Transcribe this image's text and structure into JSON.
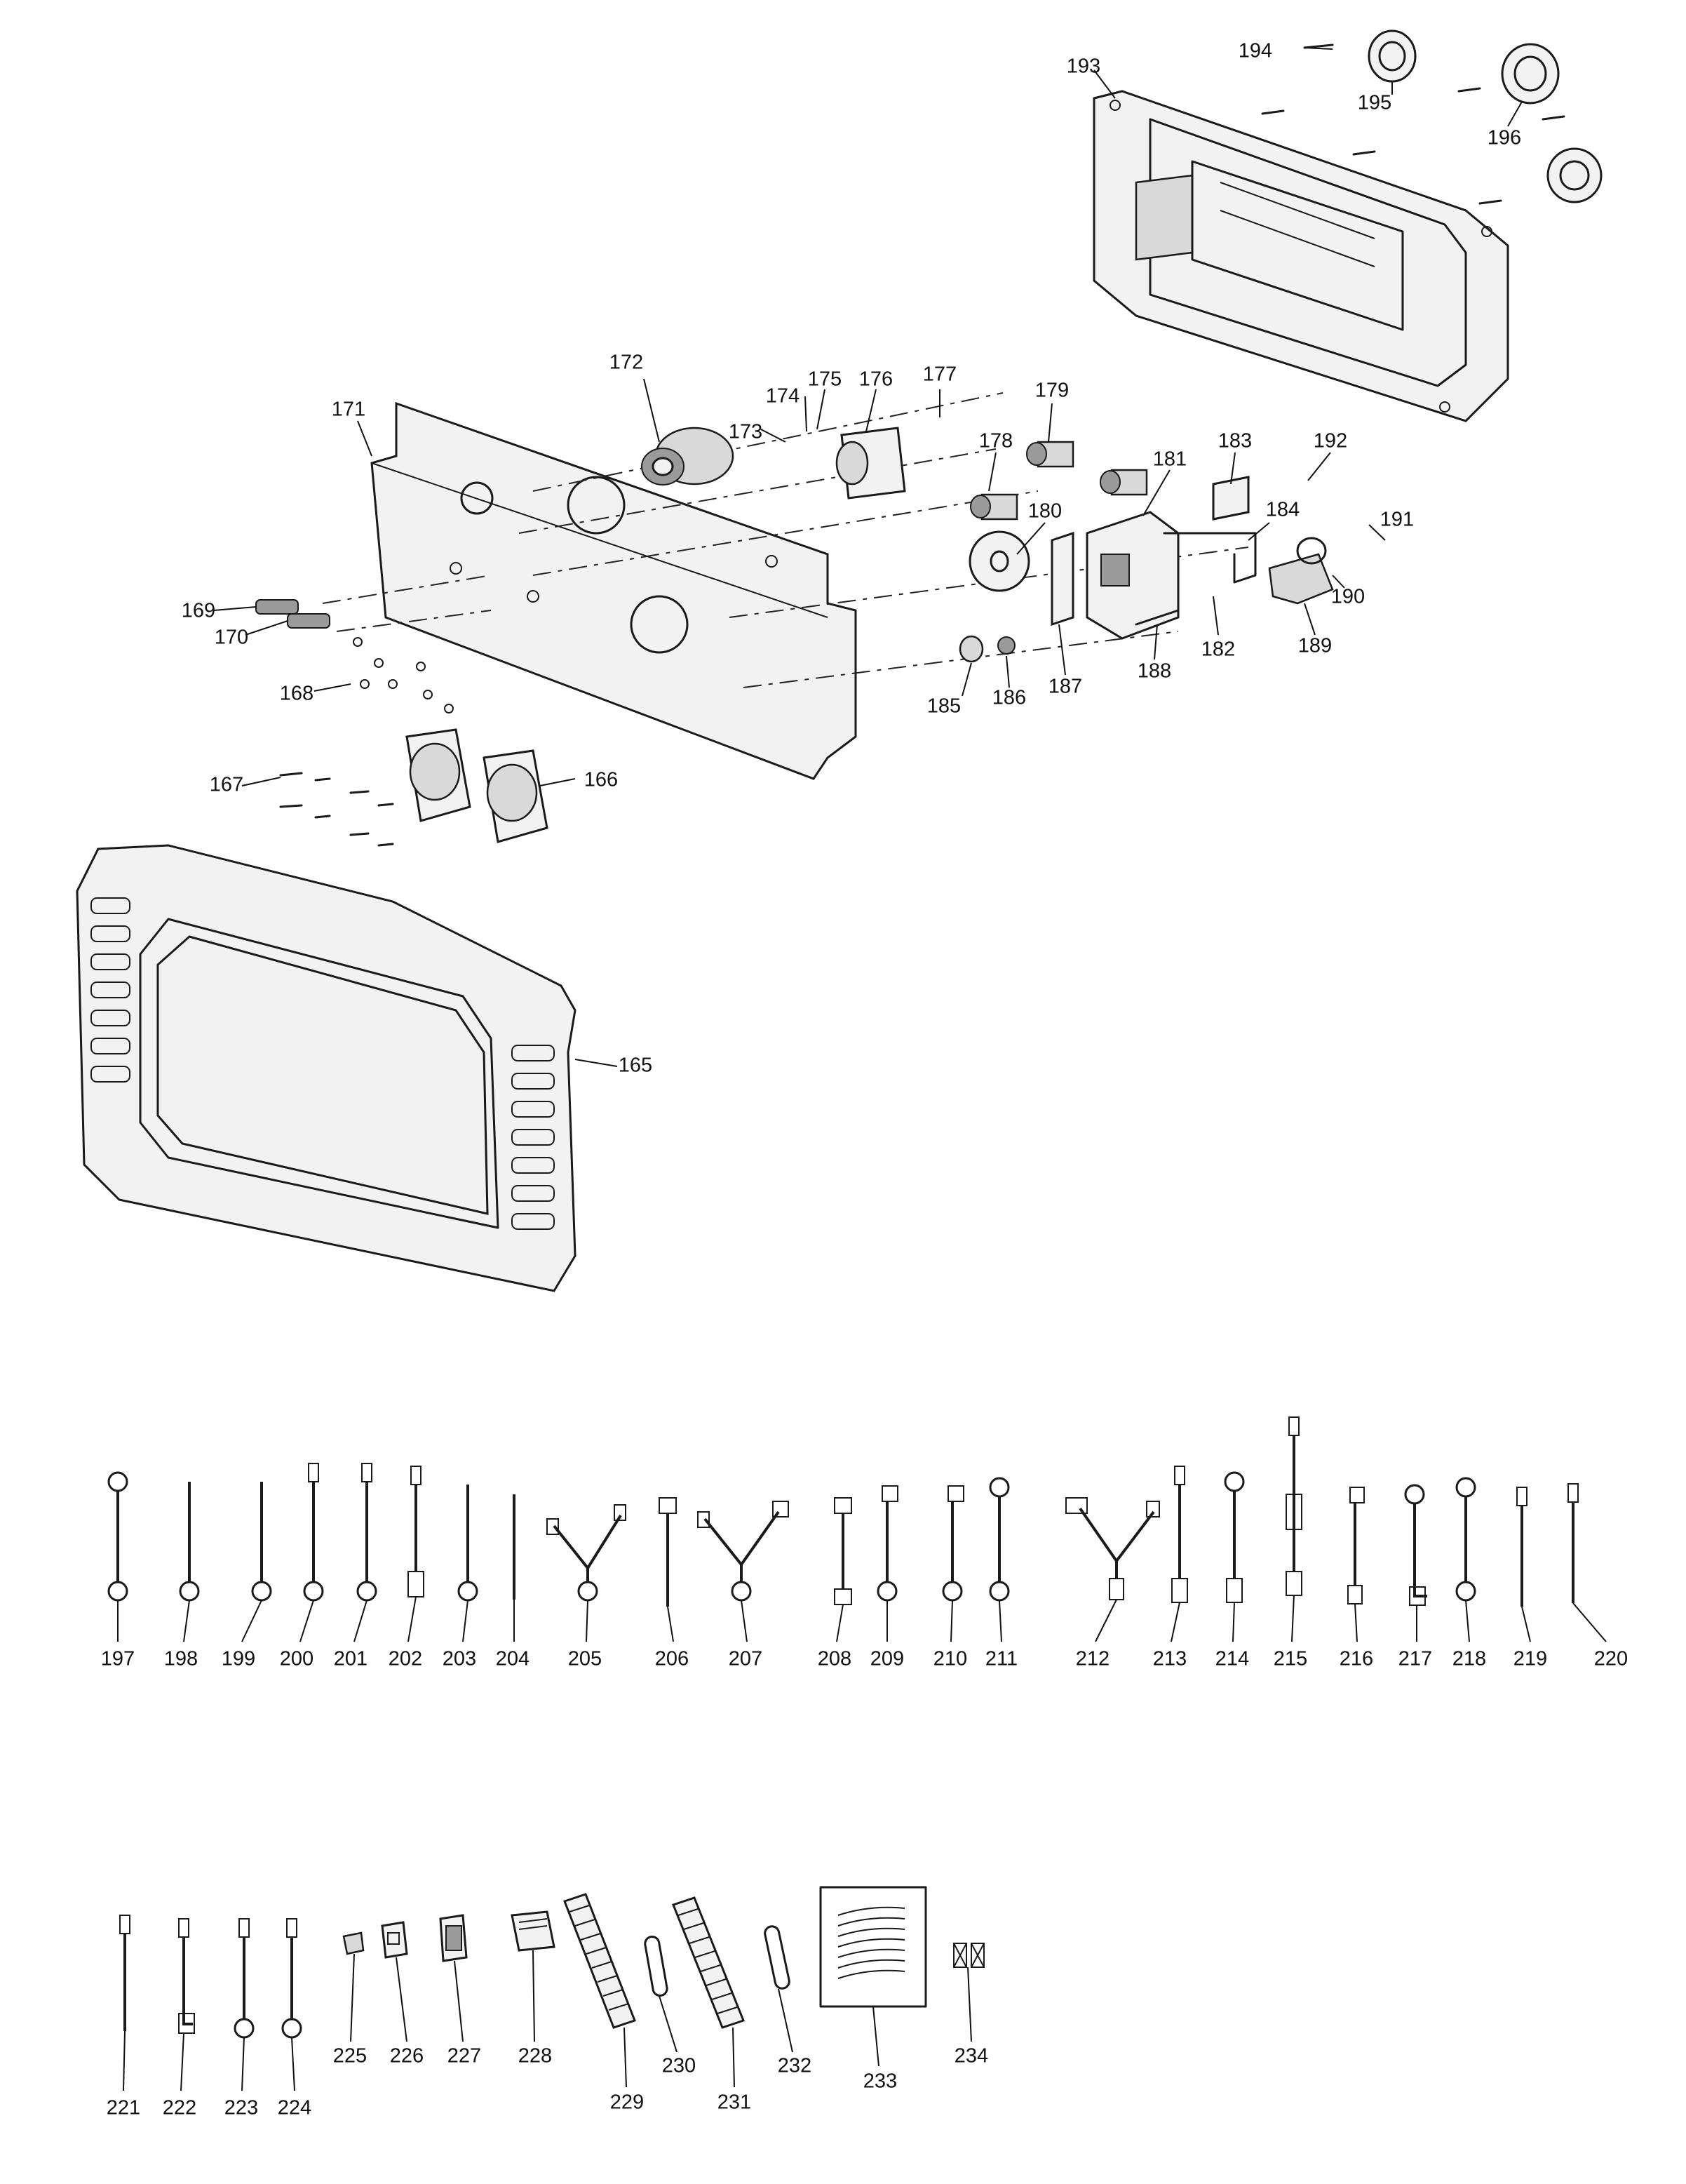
{
  "diagram": {
    "part_numbers": {
      "p165": "165",
      "p166": "166",
      "p167": "167",
      "p168": "168",
      "p169": "169",
      "p170": "170",
      "p171": "171",
      "p172": "172",
      "p173": "173",
      "p174": "174",
      "p175": "175",
      "p176": "176",
      "p177": "177",
      "p178": "178",
      "p179": "179",
      "p180": "180",
      "p181": "181",
      "p182": "182",
      "p183": "183",
      "p184": "184",
      "p185": "185",
      "p186": "186",
      "p187": "187",
      "p188": "188",
      "p189": "189",
      "p190": "190",
      "p191": "191",
      "p192": "192",
      "p193": "193",
      "p194": "194",
      "p195": "195",
      "p196": "196"
    },
    "wire_parts": [
      "197",
      "198",
      "199",
      "200",
      "201",
      "202",
      "203",
      "204",
      "205",
      "206",
      "207",
      "208",
      "209",
      "210",
      "211",
      "212",
      "213",
      "214",
      "215",
      "216",
      "217",
      "218",
      "219",
      "220"
    ],
    "accessory_parts": [
      "221",
      "222",
      "223",
      "224",
      "225",
      "226",
      "227",
      "228",
      "229",
      "230",
      "231",
      "232",
      "233",
      "234"
    ]
  }
}
